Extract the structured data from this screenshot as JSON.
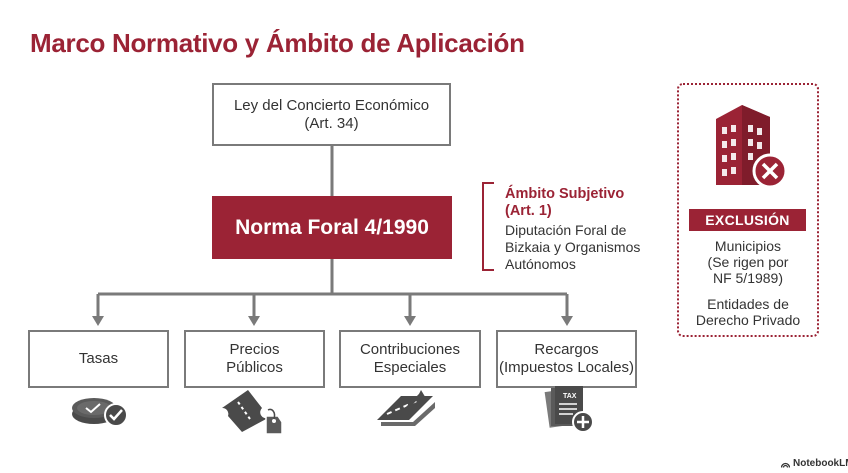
{
  "title": "Marco Normativo y Ámbito de Aplicación",
  "ley": {
    "line1": "Ley del Concierto Económico",
    "line2": "(Art. 34)"
  },
  "norma": {
    "label": "Norma Foral 4/1990"
  },
  "ambito": {
    "title_line1": "Ámbito Subjetivo",
    "title_line2": "(Art. 1)",
    "body_line1": "Diputación Foral de",
    "body_line2": "Bizkaia y Organismos",
    "body_line3": "Autónomos"
  },
  "children": [
    {
      "line1": "Tasas",
      "line2": "",
      "icon": "coins-check-icon"
    },
    {
      "line1": "Precios",
      "line2": "Públicos",
      "icon": "ticket-tag-icon"
    },
    {
      "line1": "Contribuciones",
      "line2": "Especiales",
      "icon": "road-arrow-icon"
    },
    {
      "line1": "Recargos",
      "line2": "(Impuestos Locales)",
      "icon": "tax-document-plus-icon"
    }
  ],
  "exclusion": {
    "badge": "EXCLUSIÓN",
    "line1": "Municipios",
    "line2": "(Se rigen por",
    "line3": "NF 5/1989)",
    "line4": "Entidades de",
    "line5": "Derecho Privado",
    "icon": "building-x-icon"
  },
  "brand": {
    "label": "NotebookLM"
  },
  "colors": {
    "accent": "#9b2335",
    "line": "#7a7a7a",
    "text": "#333333"
  }
}
